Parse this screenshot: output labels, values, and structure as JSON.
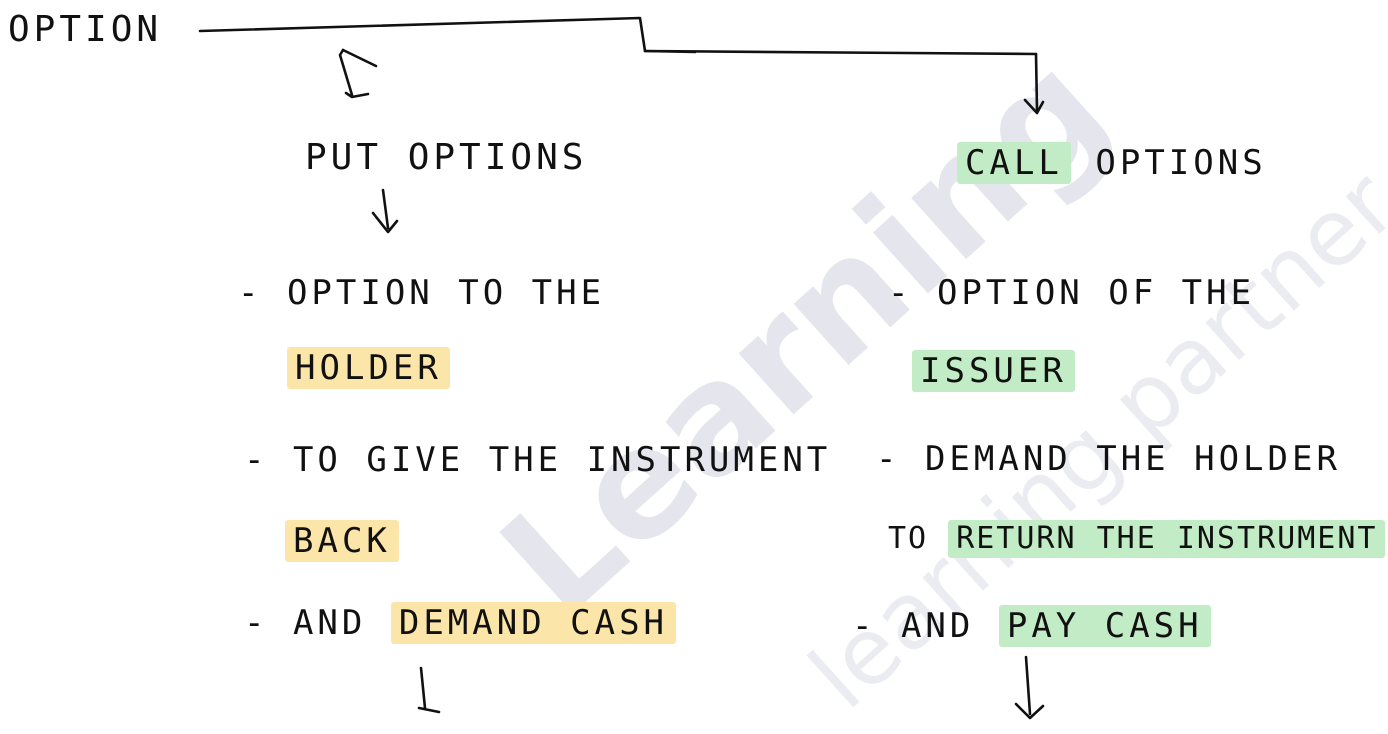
{
  "colors": {
    "ink": "#111111",
    "highlight_yellow": "#fbe5a9",
    "highlight_green": "#c2ecc5",
    "watermark": "#dcdde8"
  },
  "root": {
    "label": "OPTION"
  },
  "watermark": {
    "large": "Learning",
    "small": "learning partner"
  },
  "put": {
    "title": "PUT OPTIONS",
    "line1": "- OPTION TO THE",
    "line2_highlight": "HOLDER",
    "line3": "- TO GIVE THE INSTRUMENT",
    "line4_highlight": "BACK",
    "line5_prefix": "- AND",
    "line5_highlight": "DEMAND CASH"
  },
  "call": {
    "title_highlight": "CALL",
    "title_rest": "OPTIONS",
    "line1": "- OPTION OF THE",
    "line2_highlight": "ISSUER",
    "line3": "- DEMAND THE HOLDER",
    "line4_prefix": "TO",
    "line4_highlight": "RETURN THE INSTRUMENT",
    "line5_prefix": "- AND",
    "line5_highlight": "PAY CASH"
  }
}
